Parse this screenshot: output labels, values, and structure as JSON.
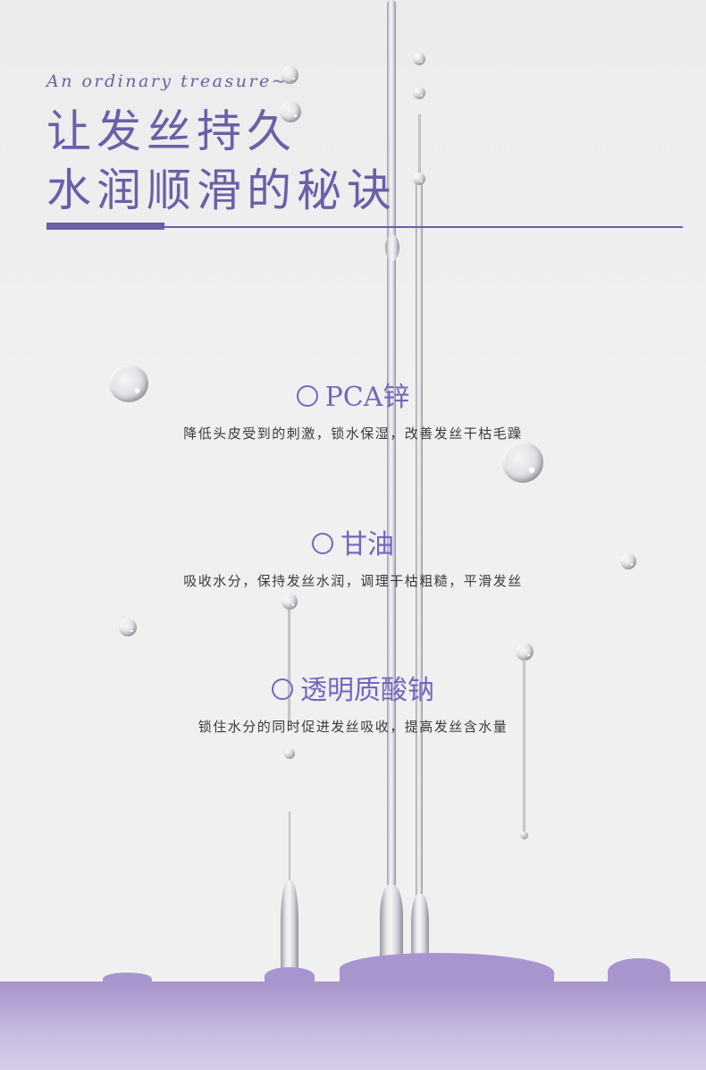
{
  "header": {
    "tagline": "An ordinary treasure~",
    "title_line1": "让发丝持久",
    "title_line2": "水润顺滑的秘诀"
  },
  "ingredients": [
    {
      "icon": "circle-bullet-icon",
      "name": "PCA锌",
      "description": "降低头皮受到的刺激，锁水保湿，改善发丝干枯毛躁"
    },
    {
      "icon": "circle-bullet-icon",
      "name": "甘油",
      "description": "吸收水分，保持发丝水润，调理干枯粗糙，平滑发丝"
    },
    {
      "icon": "circle-bullet-icon",
      "name": "透明质酸钠",
      "description": "锁住水分的同时促进发丝吸收，提高发丝含水量"
    }
  ],
  "colors": {
    "accent": "#6b5fa8",
    "ingredient_title": "#7466c0",
    "body_text": "#3a3a3a",
    "background": "#efefef",
    "liquid": "#a894cc"
  }
}
